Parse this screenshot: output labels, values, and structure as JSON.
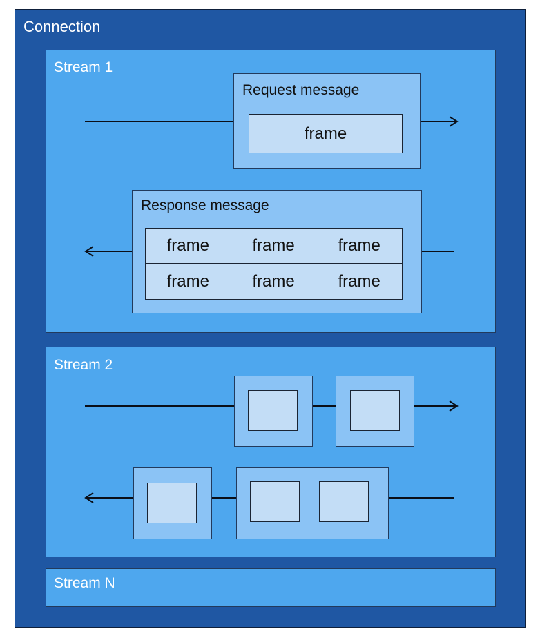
{
  "connection_label": "Connection",
  "streams": [
    {
      "label": "Stream 1",
      "request": {
        "label": "Request message",
        "frames": [
          "frame"
        ]
      },
      "response": {
        "label": "Response message",
        "frames": [
          "frame",
          "frame",
          "frame",
          "frame",
          "frame",
          "frame"
        ]
      }
    },
    {
      "label": "Stream 2"
    },
    {
      "label": "Stream N"
    }
  ],
  "colors": {
    "connection": "#1f57a3",
    "stream": "#4ea7ee",
    "message": "#8bc3f5",
    "frame": "#c3ddf6"
  }
}
